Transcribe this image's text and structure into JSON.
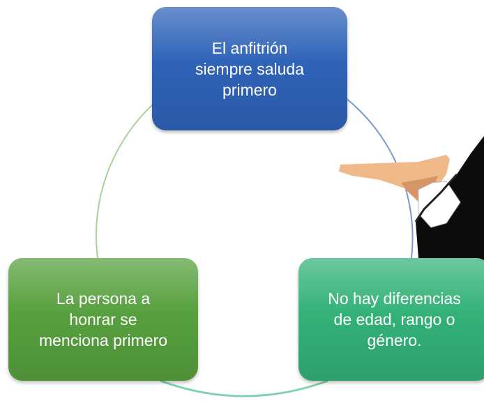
{
  "nodes": {
    "top": {
      "text": "El anfitrión\nsiempre saluda\nprimero",
      "color": "#2f63b8"
    },
    "left": {
      "text": "La persona a\nhonrar se\nmenciona primero",
      "color": "#57a03e"
    },
    "right": {
      "text": "No hay diferencias\nde edad, rango o\ngénero.",
      "color": "#33b278"
    }
  },
  "connectors": {
    "top_to_right": "#7a99c9",
    "right_to_left": "#7fd3ad",
    "left_to_top": "#a9d19a"
  },
  "illustration": {
    "name": "host-gesturing-hand-illustration"
  }
}
